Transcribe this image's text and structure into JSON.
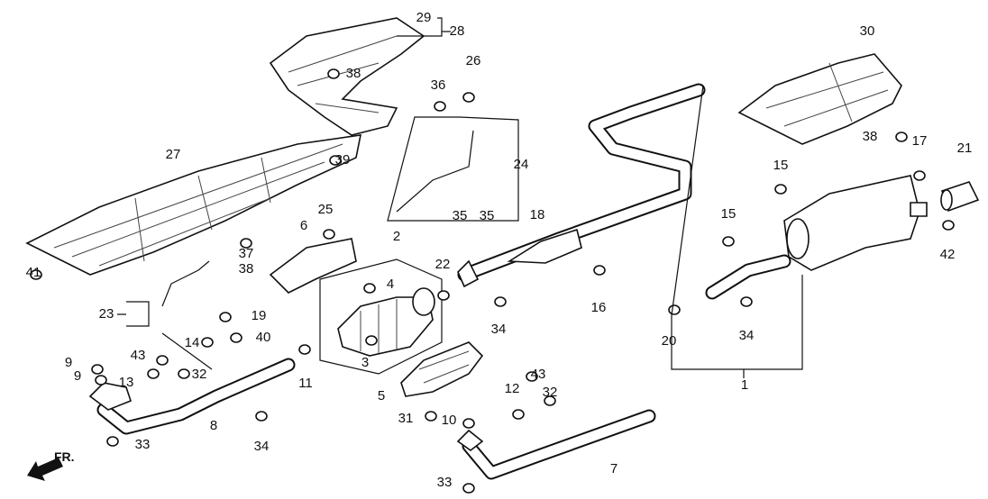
{
  "diagram": {
    "callouts": [
      "29",
      "28",
      "30",
      "38",
      "36",
      "26",
      "24",
      "27",
      "39",
      "15",
      "17",
      "21",
      "38",
      "25",
      "6",
      "2",
      "35",
      "35",
      "18",
      "15",
      "37",
      "38",
      "41",
      "22",
      "4",
      "16",
      "23",
      "19",
      "34",
      "42",
      "20",
      "34",
      "14",
      "40",
      "43",
      "9",
      "9",
      "13",
      "32",
      "3",
      "11",
      "8",
      "1",
      "5",
      "43",
      "12",
      "32",
      "31",
      "10",
      "34",
      "33",
      "7",
      "33"
    ],
    "direction_label": "FR."
  }
}
